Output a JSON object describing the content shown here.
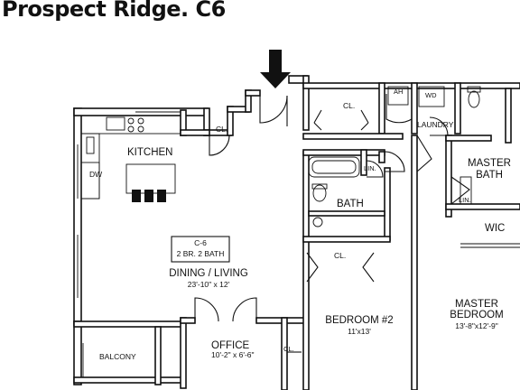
{
  "title": "Prospect Ridge. C6",
  "unit": {
    "name": "C-6",
    "type": "2 BR. 2 BATH"
  },
  "rooms": {
    "kitchen": "KITCHEN",
    "dining": "DINING / LIVING",
    "dining_size": "23'-10\" x 12'",
    "balcony": "BALCONY",
    "office": "OFFICE",
    "office_size": "10'-2\" x 6'-6\"",
    "bedroom2": "BEDROOM #2",
    "bedroom2_size": "11'x13'",
    "bath": "BATH",
    "master_bath_1": "MASTER",
    "master_bath_2": "BATH",
    "wic": "WIC",
    "master_bed_1": "MASTER",
    "master_bed_2": "BEDROOM",
    "master_bed_size": "13'-8\"x12'-9\"",
    "laundry": "LAUNDRY"
  },
  "fixtures": {
    "dw": "DW",
    "ah": "AH",
    "wd": "WD",
    "closet": "CL.",
    "linen": "LIN."
  },
  "colors": {
    "line": "#111111",
    "background": "#ffffff"
  }
}
